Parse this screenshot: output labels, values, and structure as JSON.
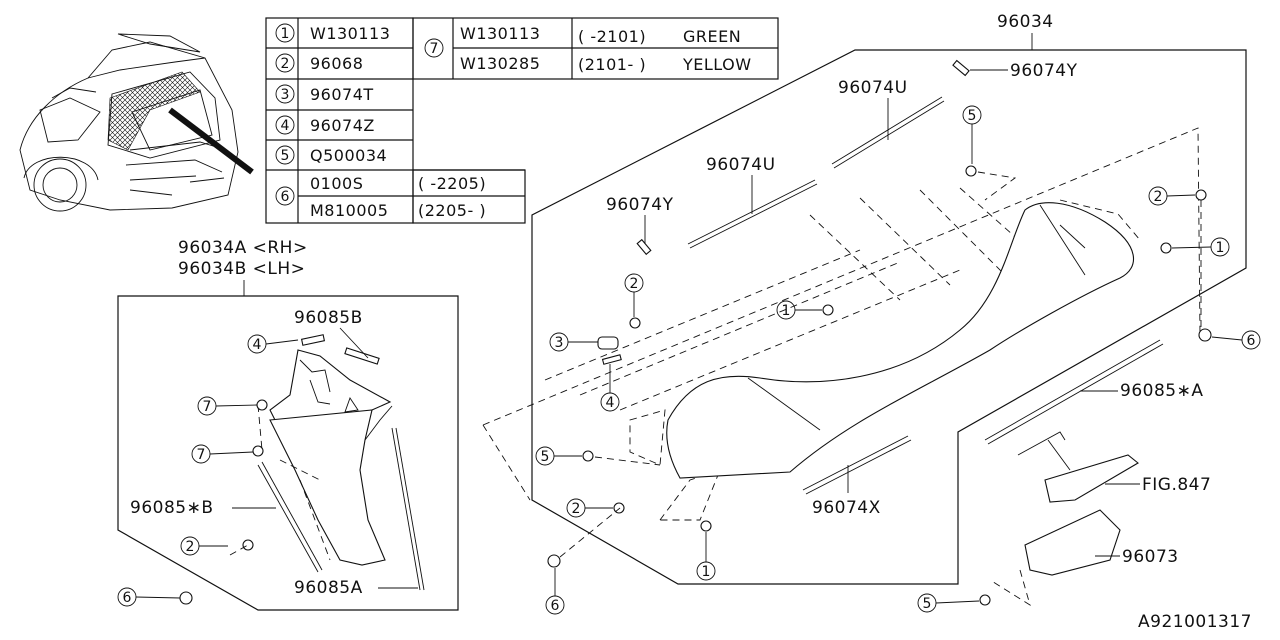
{
  "legend": {
    "rows": [
      {
        "num": "1",
        "part": "W130113"
      },
      {
        "num": "2",
        "part": "96068"
      },
      {
        "num": "3",
        "part": "96074T"
      },
      {
        "num": "4",
        "part": "96074Z"
      },
      {
        "num": "5",
        "part": "Q500034"
      }
    ],
    "row6": {
      "num": "6",
      "entries": [
        {
          "part": "0100S",
          "range": "(  -2205)"
        },
        {
          "part": "M810005",
          "range": "(2205-  )"
        }
      ]
    },
    "row7": {
      "num": "7",
      "entries": [
        {
          "part": "W130113",
          "range": "( -2101)",
          "color": "GREEN"
        },
        {
          "part": "W130285",
          "range": "(2101- )",
          "color": "YELLOW"
        }
      ]
    }
  },
  "side_panel": {
    "title_rh": "96034A <RH>",
    "title_lh": "96034B <LH>",
    "labels": {
      "a": "96085B",
      "b": "96085∗B",
      "c": "96085A"
    },
    "callouts": {
      "c4": "4",
      "c7a": "7",
      "c7b": "7",
      "c2": "2",
      "c6": "6"
    }
  },
  "main": {
    "labels": {
      "main_part": "96034",
      "y1": "96074Y",
      "u1": "96074U",
      "u2": "96074U",
      "y2": "96074Y",
      "star_a": "96085∗A",
      "fig": "FIG.847",
      "x": "96074X",
      "p73": "96073"
    },
    "callouts": {
      "c5a": "5",
      "c2a": "2",
      "c1a": "1",
      "c2b": "2",
      "c1b": "1",
      "c3": "3",
      "c6a": "6",
      "c4": "4",
      "c5b": "5",
      "c2c": "2",
      "c1c": "1",
      "c6b": "6",
      "c5c": "5"
    }
  },
  "ref_code": "A921001317"
}
